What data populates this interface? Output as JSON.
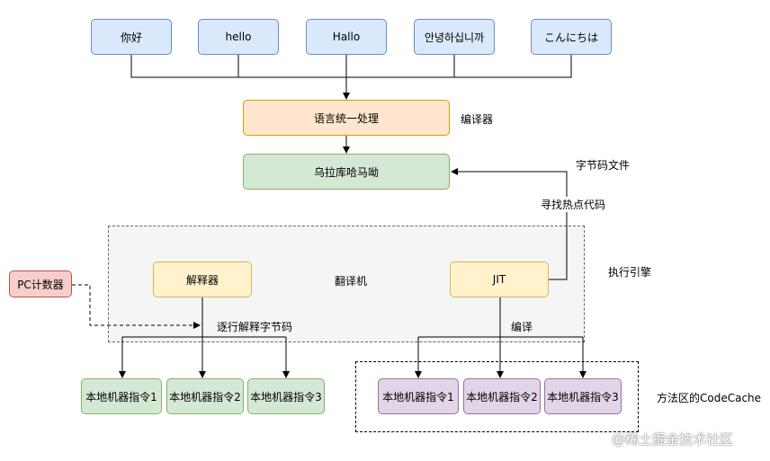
{
  "greetings": [
    "你好",
    "hello",
    "Hallo",
    "안녕하십니까",
    "こんにちは"
  ],
  "compiler_box": "语言统一处理",
  "compiler_label": "编译器",
  "bytecode_box": "乌拉库哈马呦",
  "bytecode_label": "字节码文件",
  "hotspot_label": "寻找热点代码",
  "engine_label": "执行引擎",
  "interpreter_box": "解释器",
  "translator_label": "翻译机",
  "jit_box": "JIT",
  "pc_box": "PC计数器",
  "line_by_line_label": "逐行解释字节码",
  "compile_label": "编译",
  "interp_instructions": [
    "本地机器指令1",
    "本地机器指令2",
    "本地机器指令3"
  ],
  "jit_instructions": [
    "本地机器指令1",
    "本地机器指令2",
    "本地机器指令3"
  ],
  "code_cache_label": "方法区的CodeCache",
  "watermark": "@稀土掘金技术社区"
}
